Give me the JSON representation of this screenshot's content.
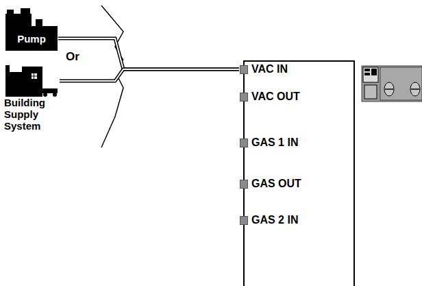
{
  "diagram": {
    "nodes": [
      {
        "text": [
          "Pump"
        ]
      },
      {
        "text": [
          "Building Supply System"
        ]
      },
      {
        "text": [
          "VAC IN",
          "VAC OUT",
          "GAS 1 IN",
          "GAS OUT",
          "GAS 2 IN"
        ]
      }
    ],
    "edges": [
      {
        "from": 0,
        "to": 2,
        "arrow": "none"
      },
      {
        "from": 1,
        "to": 2,
        "arrow": "none"
      }
    ],
    "labels": [
      "Or"
    ]
  }
}
